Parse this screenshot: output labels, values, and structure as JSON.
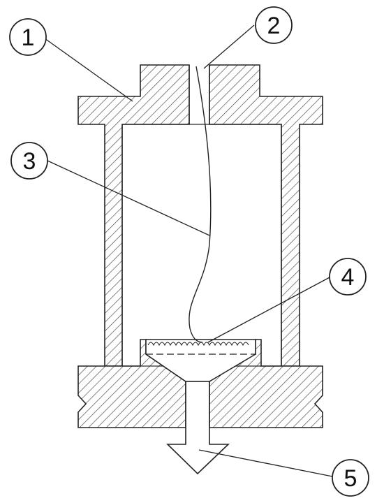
{
  "callouts": [
    {
      "label": "1"
    },
    {
      "label": "2"
    },
    {
      "label": "3"
    },
    {
      "label": "4"
    },
    {
      "label": "5"
    }
  ],
  "colors": {
    "line": "#222222",
    "hatch": "#444444",
    "background": "#ffffff"
  }
}
